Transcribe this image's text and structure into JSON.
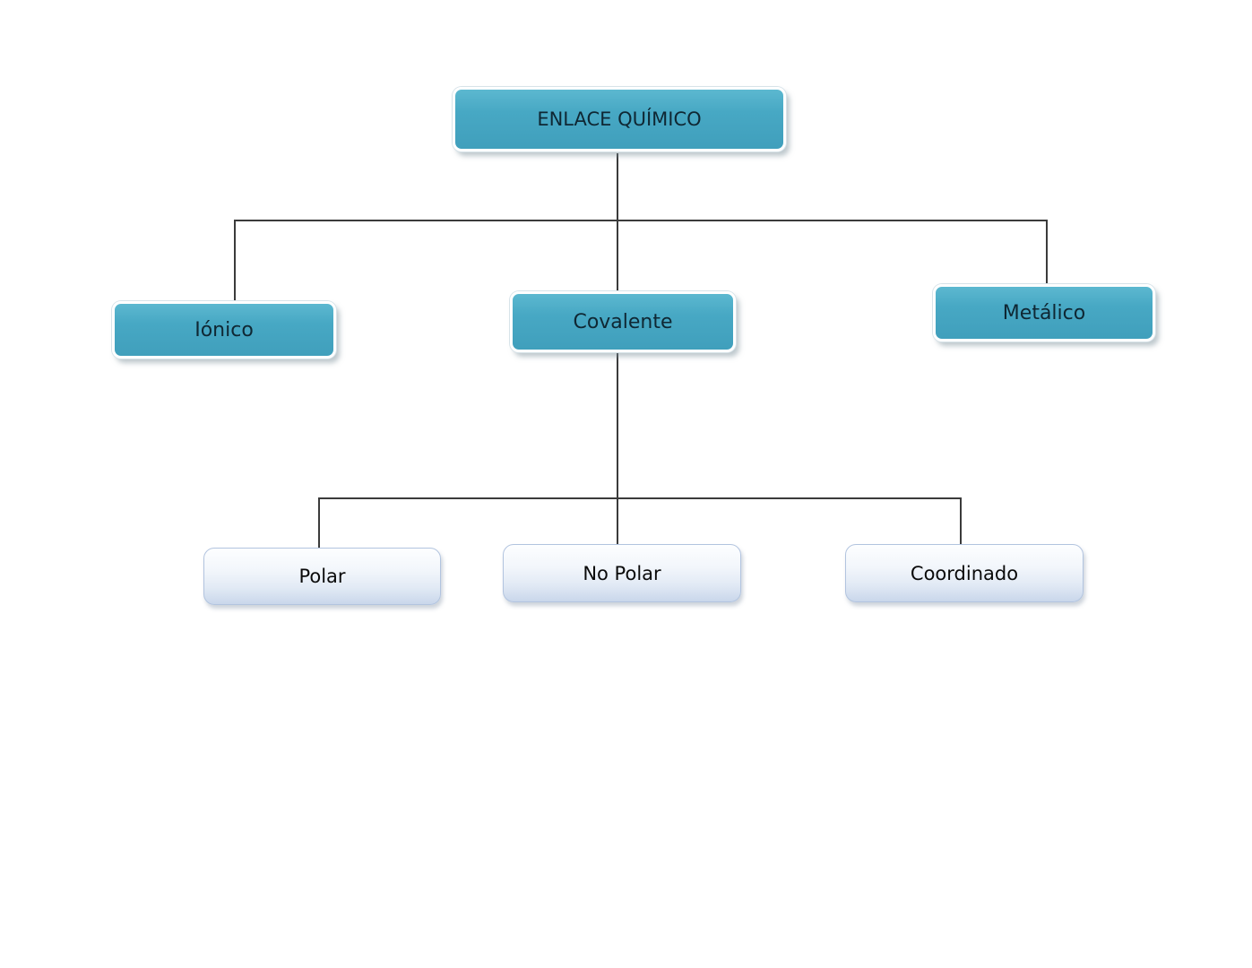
{
  "tree": {
    "root": {
      "label": "ENLACE QUÍMICO"
    },
    "branches": [
      {
        "label": "Iónico",
        "children": []
      },
      {
        "label": "Covalente",
        "children": [
          {
            "label": "Polar"
          },
          {
            "label": "No Polar"
          },
          {
            "label": "Coordinado"
          }
        ]
      },
      {
        "label": "Metálico",
        "children": []
      }
    ],
    "colors": {
      "node_fill": "#47a8c4",
      "node_border": "#ffffff",
      "node_text": "#0f2733",
      "leaf_border": "#b2c4df",
      "connector": "#3b3b3b"
    }
  }
}
